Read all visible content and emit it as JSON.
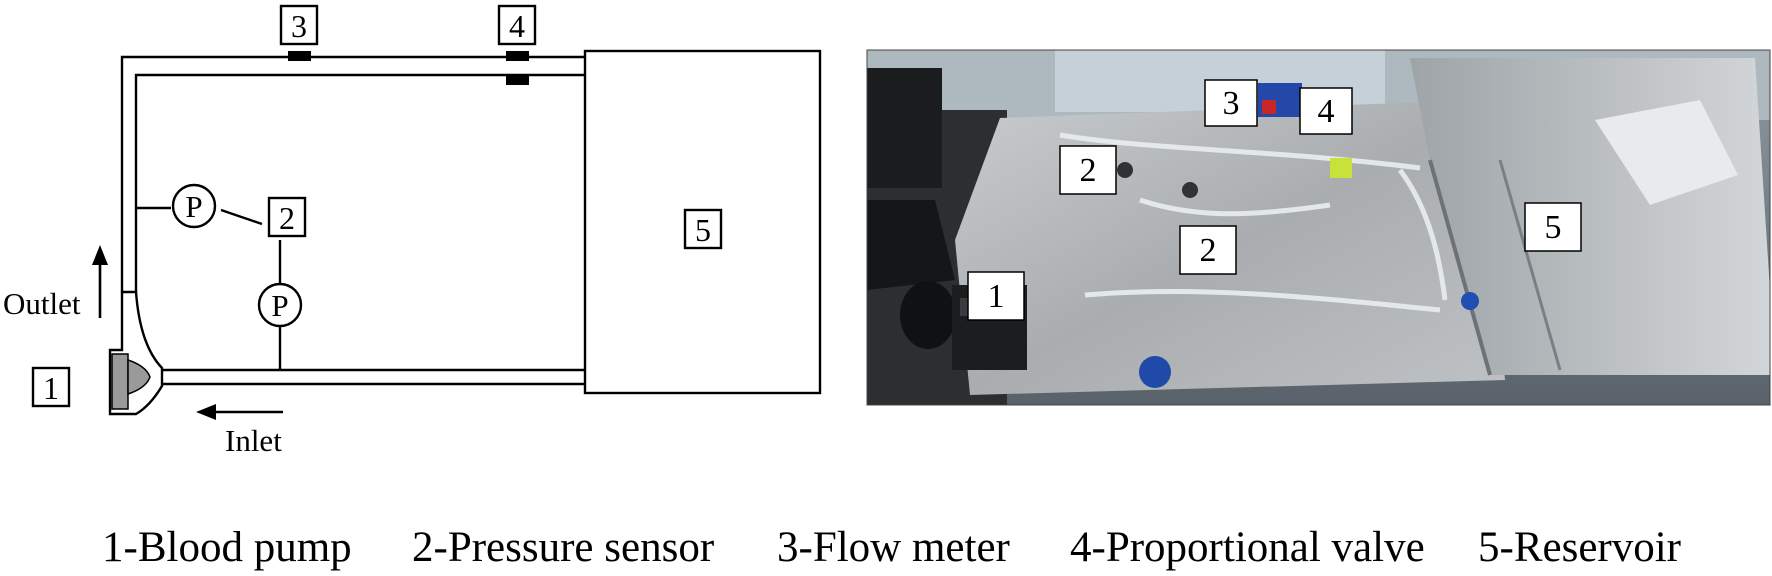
{
  "schematic": {
    "flow_meter_label": "3",
    "valve_label": "4",
    "reservoir_label": "5",
    "pump_label": "1",
    "sensor_label": "2",
    "sensor_symbol_top": "P",
    "sensor_symbol_bottom": "P",
    "outlet_label": "Outlet",
    "inlet_label": "Inlet"
  },
  "photo": {
    "callouts": [
      "1",
      "2",
      "2",
      "3",
      "4",
      "5"
    ]
  },
  "legend": {
    "items": [
      "1-Blood pump",
      "2-Pressure sensor",
      "3-Flow meter",
      "4-Proportional valve",
      "5-Reservoir"
    ]
  },
  "colors": {
    "line": "#000000",
    "pump_fill": "#9a9a9a",
    "steel": "#b9bcbd",
    "bench_dark": "#2c2e30"
  }
}
